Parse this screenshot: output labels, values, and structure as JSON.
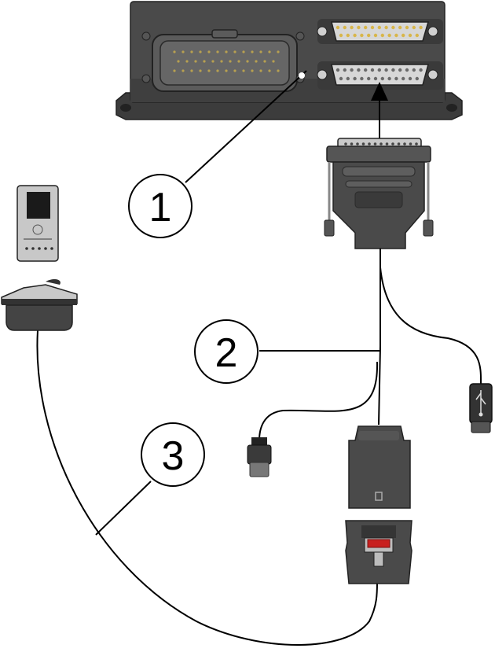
{
  "callouts": [
    {
      "id": 1,
      "label": "1"
    },
    {
      "id": 2,
      "label": "2"
    },
    {
      "id": 3,
      "label": "3"
    }
  ],
  "colors": {
    "housing": "#474747",
    "housing_dark": "#333333",
    "housing_light": "#5a5a5a",
    "connector_shell": "#d0d0d0",
    "pin_gold": "#d8b64a",
    "cable": "#000000",
    "latch_red": "#c8201f",
    "display_black": "#1a1a1a"
  },
  "icons": [
    "ecu-module-icon",
    "db25-connector-icon",
    "usb-plug-icon",
    "obd-connector-icon",
    "round-connector-icon",
    "dash-display-icon",
    "arrow-up-icon"
  ]
}
